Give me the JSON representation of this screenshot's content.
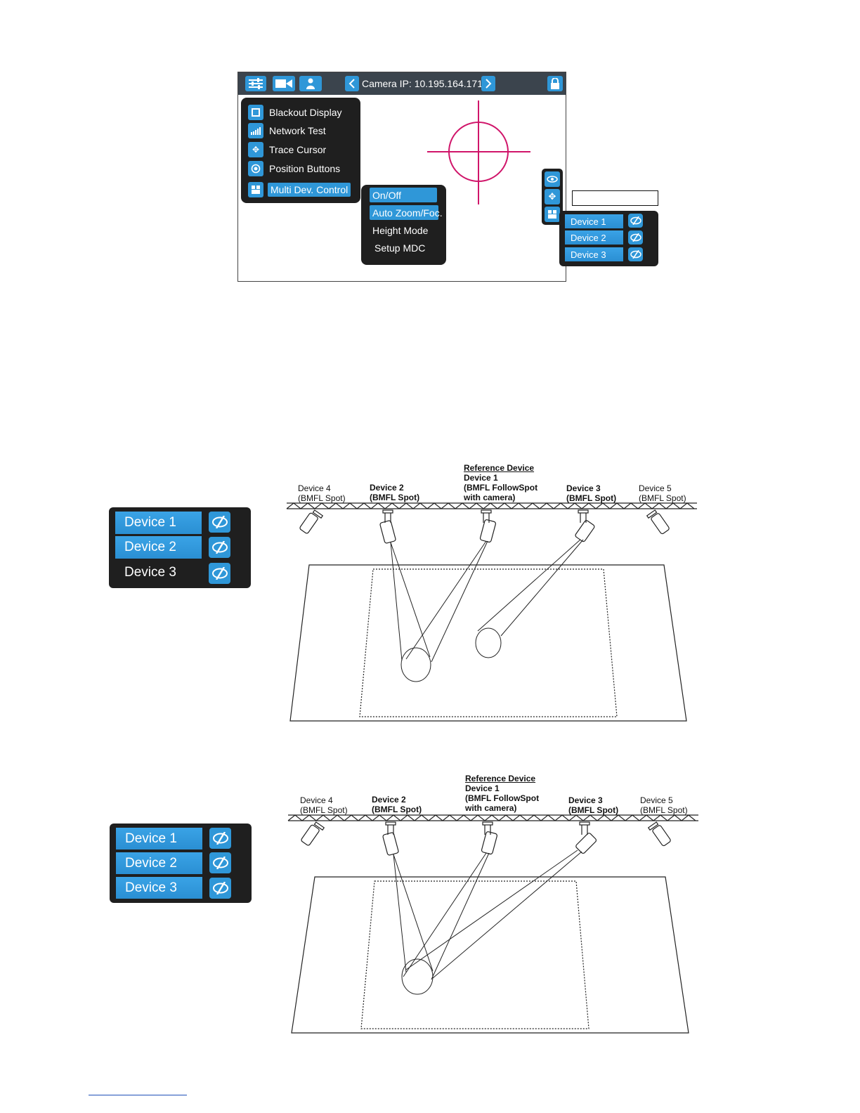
{
  "ui_screenshot": {
    "topbar": {
      "camera_ip": "Camera IP: 10.195.164.171",
      "icons": [
        "sliders-icon",
        "video-camera-icon",
        "user-icon",
        "chevron-left-icon",
        "chevron-right-icon",
        "lock-icon"
      ]
    },
    "main_menu": [
      {
        "label": "Blackout Display",
        "icon": "square-icon"
      },
      {
        "label": "Network Test",
        "icon": "signal-bars-icon"
      },
      {
        "label": "Trace Cursor",
        "icon": "move-arrows-icon"
      },
      {
        "label": "Position Buttons",
        "icon": "target-icon"
      },
      {
        "label": "Multi Dev. Control",
        "icon": "devices-icon",
        "active": true
      }
    ],
    "submenu": [
      {
        "label": "On/Off",
        "active": true
      },
      {
        "label": "Auto Zoom/Foc.",
        "active": true
      },
      {
        "label": "Height Mode",
        "active": false
      },
      {
        "label": "Setup MDC",
        "active": false
      }
    ],
    "side_icons": [
      "eye-icon",
      "move-arrows-icon",
      "devices-icon"
    ],
    "device_panel": [
      "Device 1",
      "Device 2",
      "Device 3"
    ]
  },
  "diagram_1": {
    "panel": [
      {
        "label": "Device 1",
        "selected": true
      },
      {
        "label": "Device 2",
        "selected": true
      },
      {
        "label": "Device 3",
        "selected": false
      }
    ],
    "labels": {
      "reference": "Reference Device",
      "device1_name": "Device 1",
      "device1_desc1": "(BMFL FollowSpot",
      "device1_desc2": "with camera)",
      "device2_name": "Device 2",
      "device3_name": "Device 3",
      "device4_name": "Device 4",
      "device5_name": "Device 5",
      "spot": "(BMFL Spot)"
    }
  },
  "diagram_2": {
    "panel": [
      {
        "label": "Device 1",
        "selected": true
      },
      {
        "label": "Device 2",
        "selected": true
      },
      {
        "label": "Device 3",
        "selected": true
      }
    ],
    "labels": {
      "reference": "Reference Device",
      "device1_name": "Device 1",
      "device1_desc1": "(BMFL FollowSpot",
      "device1_desc2": "with camera)",
      "device2_name": "Device 2",
      "device3_name": "Device 3",
      "device4_name": "Device 4",
      "device5_name": "Device 5",
      "spot": "(BMFL Spot)"
    }
  },
  "colors": {
    "accent": "#2f97d8",
    "topbar": "#3b444d",
    "panel": "#1f1f1f",
    "crosshair": "#d0156a"
  }
}
